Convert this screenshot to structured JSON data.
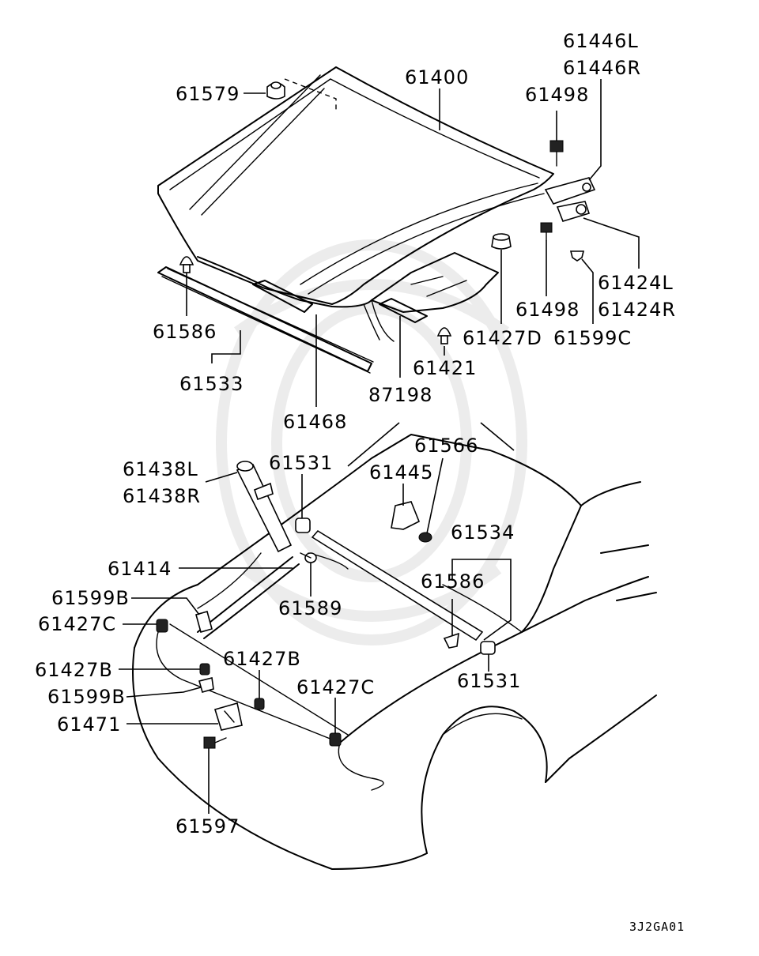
{
  "parts": {
    "p61579": "61579",
    "p61400": "61400",
    "p61446L": "61446L",
    "p61446R": "61446R",
    "p61498_top": "61498",
    "p61586_top": "61586",
    "p61533": "61533",
    "p61468": "61468",
    "p87198": "87198",
    "p61421": "61421",
    "p61427D": "61427D",
    "p61498_mid": "61498",
    "p61424L": "61424L",
    "p61424R": "61424R",
    "p61599C": "61599C",
    "p61566": "61566",
    "p61438L": "61438L",
    "p61438R": "61438R",
    "p61531_top": "61531",
    "p61445": "61445",
    "p61534": "61534",
    "p61586_bot": "61586",
    "p61414": "61414",
    "p61599B_top": "61599B",
    "p61589": "61589",
    "p61427C_left": "61427C",
    "p61427B_left": "61427B",
    "p61427B_mid": "61427B",
    "p61427C_mid": "61427C",
    "p61531_bot": "61531",
    "p61599B_bot": "61599B",
    "p61471": "61471",
    "p61597": "61597"
  },
  "diagram_code": "3J2GA01"
}
